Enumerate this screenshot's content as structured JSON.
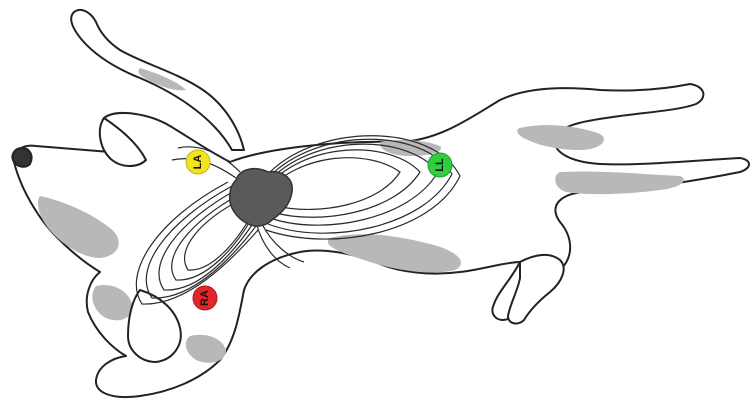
{
  "electrodes": {
    "la": {
      "label": "LA",
      "color": "#f2e31c"
    },
    "ll": {
      "label": "LL",
      "color": "#2ecf3a"
    },
    "ra": {
      "label": "RA",
      "color": "#e3262b"
    }
  },
  "colors": {
    "outline": "#222222",
    "spots": "#b8b8b8",
    "heart": "#5a5a5a",
    "field_lines": "#2a2a2a"
  }
}
